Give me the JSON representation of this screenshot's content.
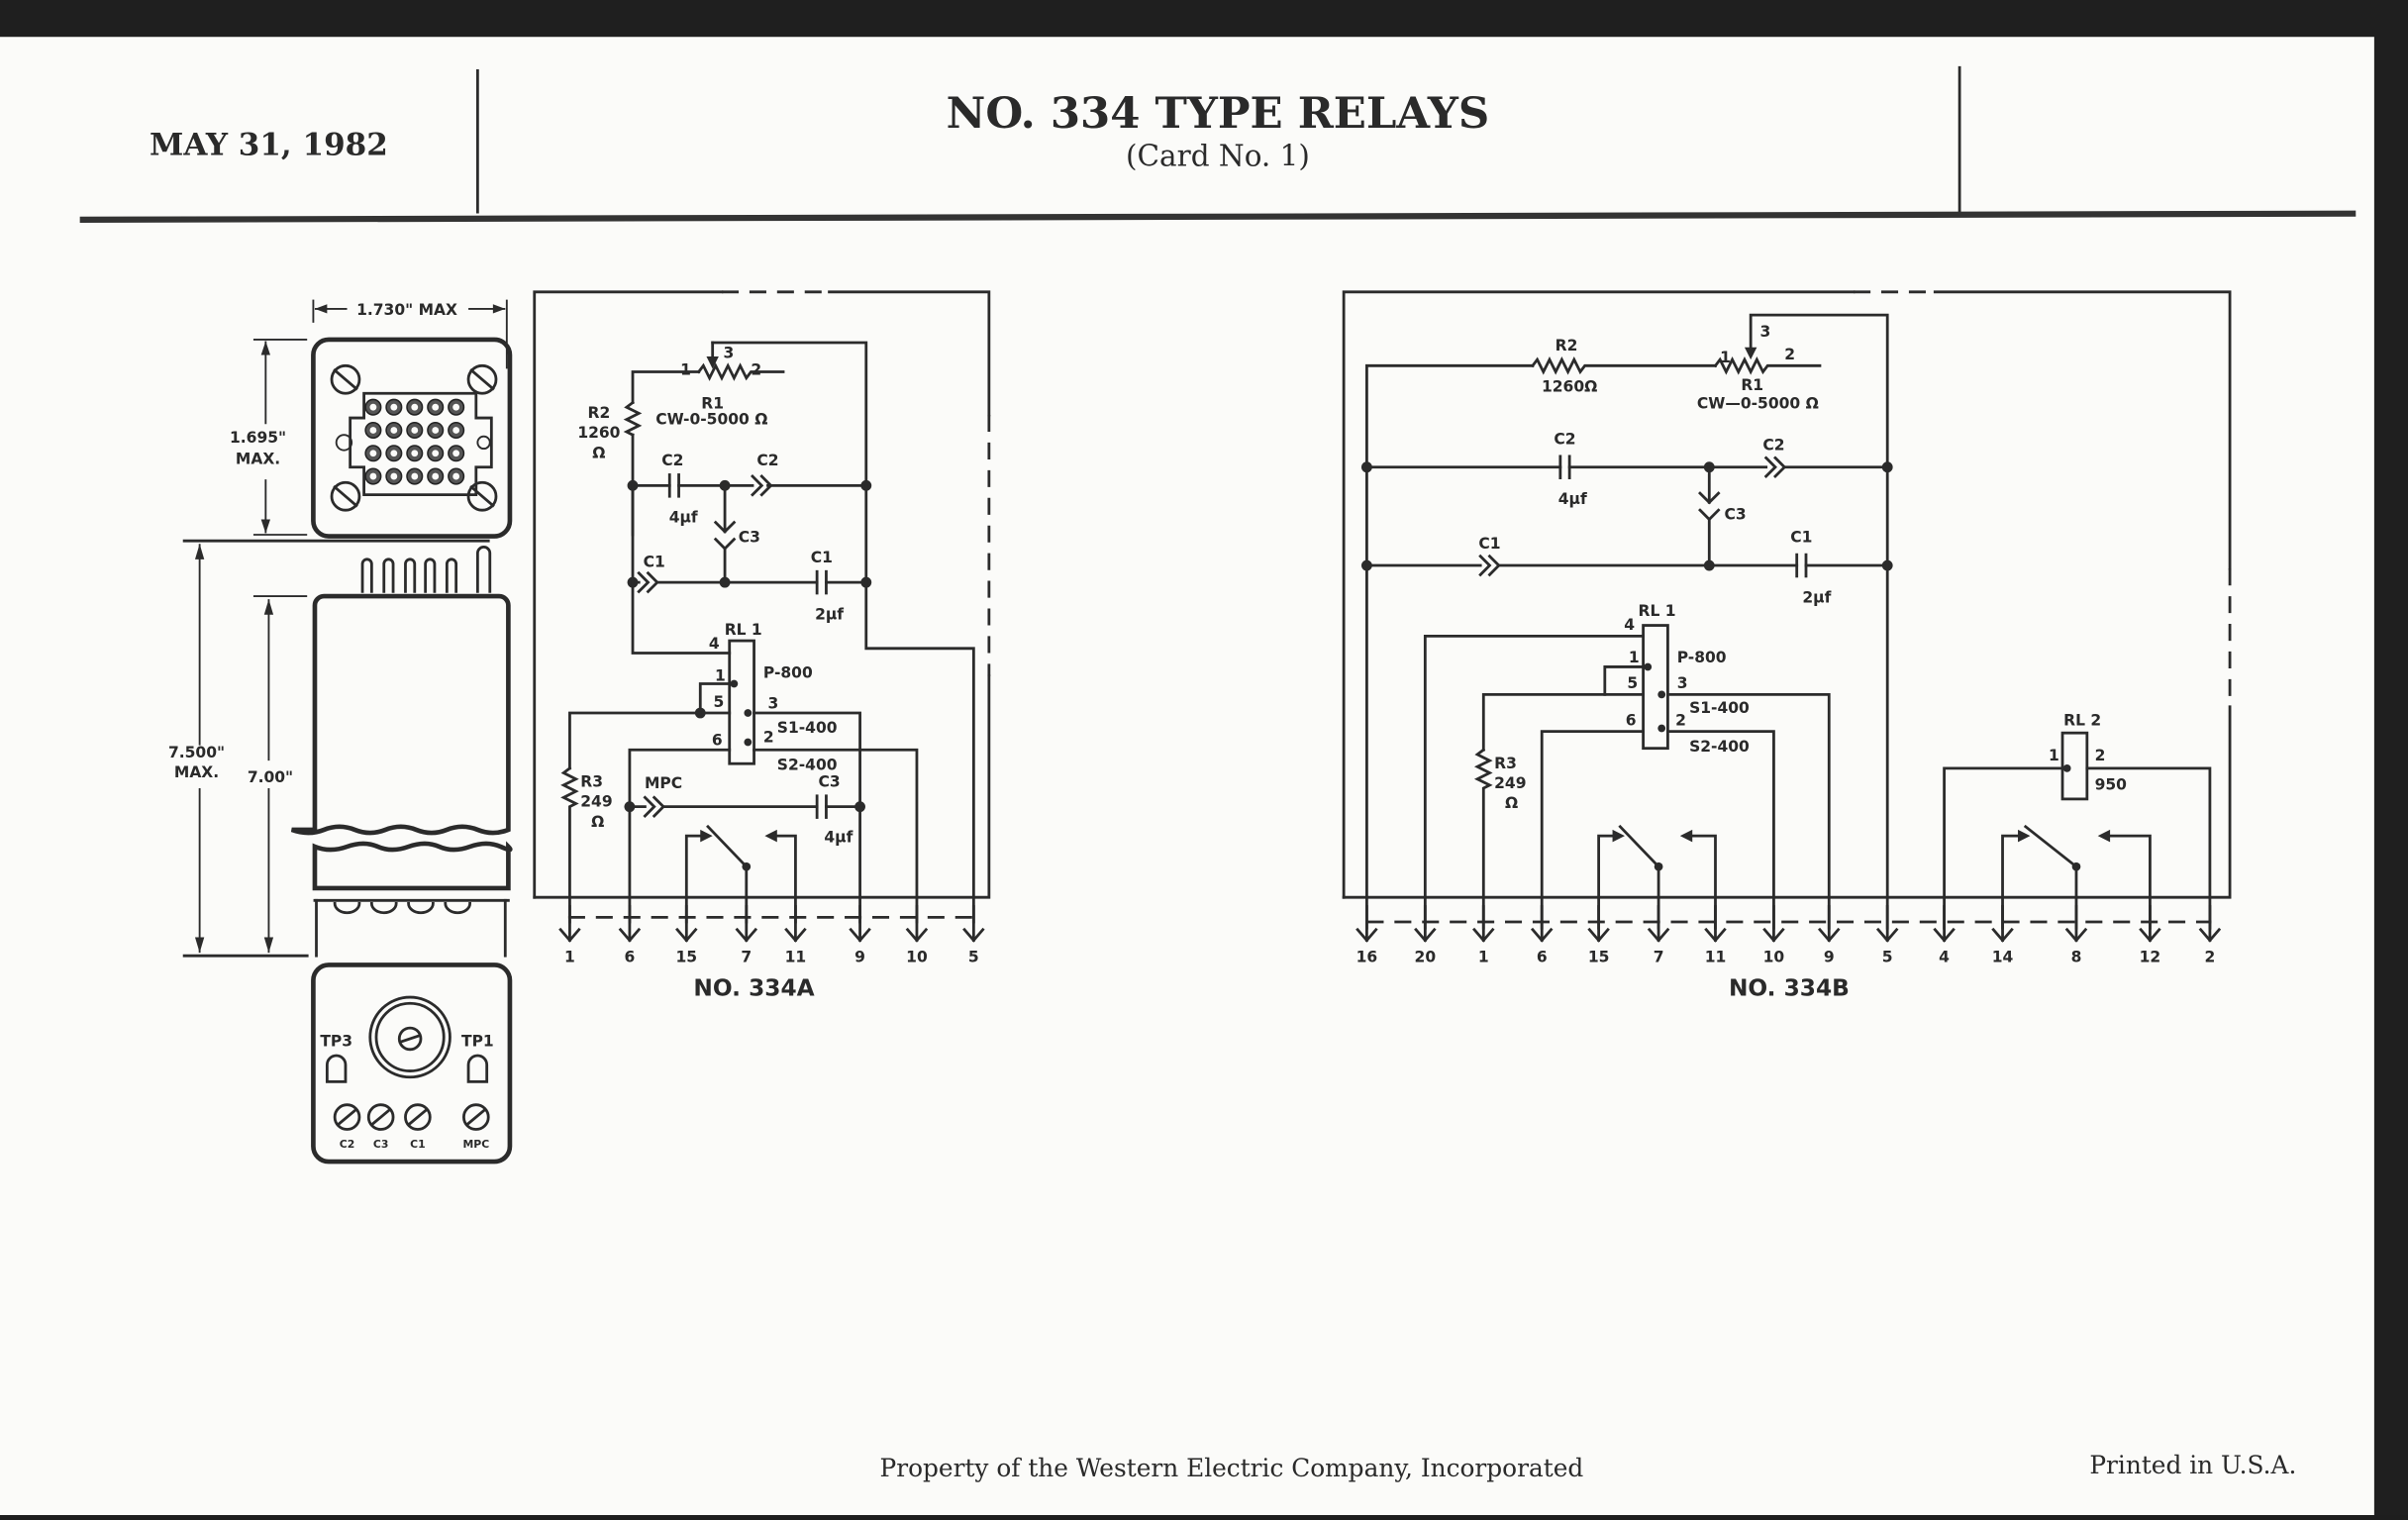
{
  "card": {
    "date": "MAY 31, 1982",
    "title": "NO. 334 TYPE RELAYS",
    "subtitle": "(Card No. 1)",
    "footer_left": "Property of the Western Electric Company, Incorporated",
    "footer_right": "Printed in U.S.A."
  },
  "package_drawing": {
    "width_dim": "1.730\" MAX",
    "height_dim_line1": "1.695\"",
    "height_dim_line2": "MAX.",
    "overall_dim_line1": "7.500\"",
    "overall_dim_line2": "MAX.",
    "body_dim": "7.00\"",
    "bottom_labels": {
      "tp3": "TP3",
      "tp1": "TP1",
      "adjusters": [
        "C2",
        "C3",
        "C1",
        "MPC"
      ]
    }
  },
  "schematic_334a": {
    "caption": "NO. 334A",
    "r1": {
      "name": "R1",
      "value": "CW-0-5000 Ω",
      "pin1": "1",
      "pin2": "2",
      "pin3": "3"
    },
    "r2": {
      "name": "R2",
      "value": "1260",
      "unit": "Ω"
    },
    "r3": {
      "name": "R3",
      "value": "249",
      "unit": "Ω"
    },
    "c2_fixed": {
      "name": "C2",
      "value": "4µf"
    },
    "c2_adj": {
      "name": "C2"
    },
    "c3_adj": {
      "name": "C3"
    },
    "c1_adj": {
      "name": "C1"
    },
    "c1_fixed": {
      "name": "C1",
      "value": "2µf"
    },
    "mpc": {
      "name": "MPC"
    },
    "c3_fixed": {
      "name": "C3",
      "value": "4µf"
    },
    "rl1": {
      "name": "RL 1",
      "pins": [
        "4",
        "1",
        "5",
        "6",
        "3",
        "2"
      ],
      "windings": [
        "P-800",
        "S1-400",
        "S2-400"
      ]
    },
    "terminals": [
      "1",
      "6",
      "15",
      "7",
      "11",
      "9",
      "10",
      "5"
    ]
  },
  "schematic_334b": {
    "caption": "NO. 334B",
    "r1": {
      "name": "R1",
      "value": "CW—0-5000 Ω",
      "pin1": "1",
      "pin2": "2",
      "pin3": "3"
    },
    "r2": {
      "name": "R2",
      "value": "1260Ω"
    },
    "r3": {
      "name": "R3",
      "value": "249",
      "unit": "Ω"
    },
    "c2_fixed": {
      "name": "C2",
      "value": "4µf"
    },
    "c2_adj": {
      "name": "C2"
    },
    "c3_adj": {
      "name": "C3"
    },
    "c1_adj": {
      "name": "C1"
    },
    "c1_fixed": {
      "name": "C1",
      "value": "2µf"
    },
    "rl1": {
      "name": "RL 1",
      "pins": [
        "4",
        "1",
        "5",
        "6",
        "3",
        "2"
      ],
      "windings": [
        "P-800",
        "S1-400",
        "S2-400"
      ]
    },
    "rl2": {
      "name": "RL 2",
      "pin1": "1",
      "pin2": "2",
      "value": "950"
    },
    "terminals": [
      "16",
      "20",
      "1",
      "6",
      "15",
      "7",
      "11",
      "10",
      "9",
      "5",
      "4",
      "14",
      "8",
      "12",
      "2"
    ]
  }
}
